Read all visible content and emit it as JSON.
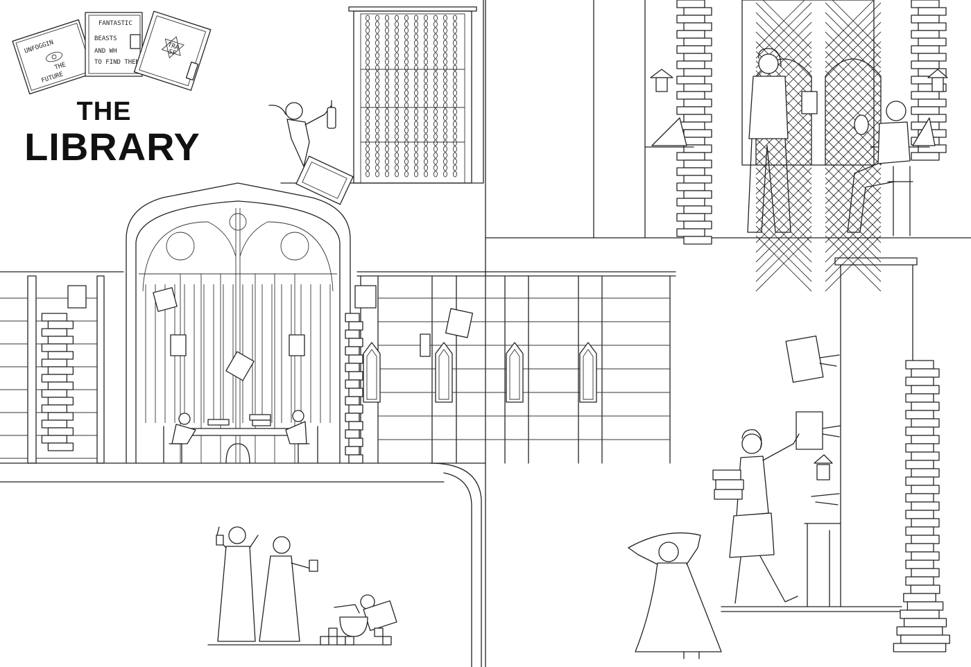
{
  "title": {
    "line1": "THE",
    "line2": "LIBRARY"
  },
  "books": [
    {
      "name": "unfogging-the-future",
      "cover_text": [
        "UNFOGGIN",
        "THE",
        "FUTURE"
      ]
    },
    {
      "name": "fantastic-beasts",
      "cover_text": [
        "FANTASTIC",
        "BEASTS",
        "AND WH",
        "TO FIND THEM"
      ]
    },
    {
      "name": "star-book",
      "cover_text": [
        "TRA",
        "SF"
      ]
    }
  ],
  "colors": {
    "ink": "#222222",
    "paper": "#ffffff"
  }
}
